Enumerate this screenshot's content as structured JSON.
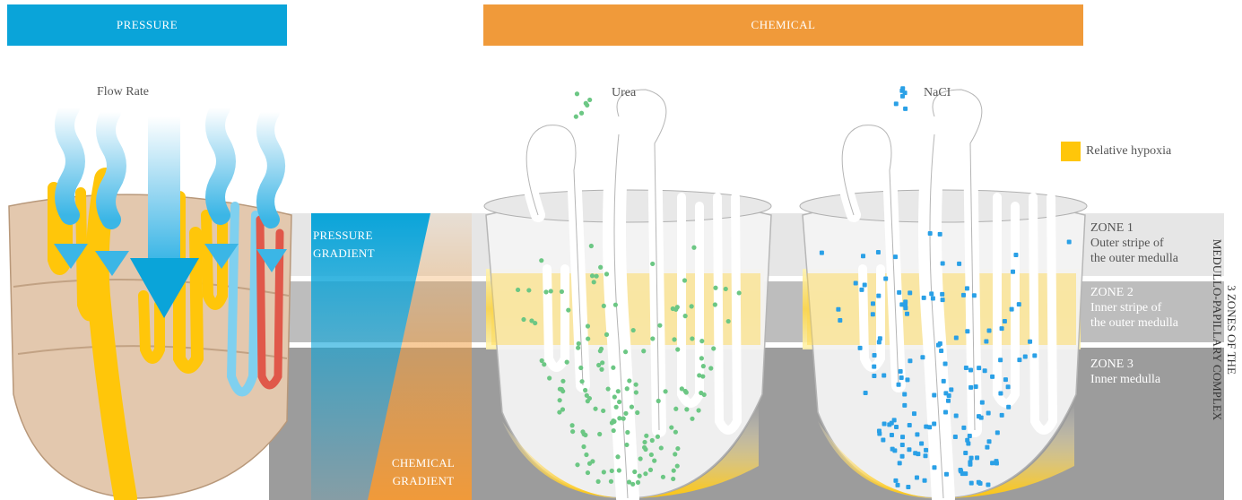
{
  "headers": {
    "pressure": "PRESSURE",
    "chemical": "CHEMICAL"
  },
  "labels": {
    "flow_rate": "Flow Rate",
    "urea": "Urea",
    "nacl": "NaCI",
    "legend": "Relative hypoxia"
  },
  "gradients": {
    "pressure_line1": "PRESSURE",
    "pressure_line2": "GRADIENT",
    "chemical_line1": "CHEMICAL",
    "chemical_line2": "GRADIENT"
  },
  "zones": [
    {
      "title": "ZONE 1",
      "line1": "Outer stripe of",
      "line2": "the outer medulla"
    },
    {
      "title": "ZONE 2",
      "line1": "Inner stripe of",
      "line2": "the outer medulla"
    },
    {
      "title": "ZONE 3",
      "line1": "Inner medulla",
      "line2": ""
    }
  ],
  "side_title": {
    "line1": "3 ZONES OF THE",
    "line2": "MEDULLO-PAPILLARY COMPLEX"
  },
  "colors": {
    "pressure_blue": "#0aa4d9",
    "chemical_orange": "#f09a3a",
    "hypoxia_yellow": "#ffc60a",
    "zone1": "#e6e6e6",
    "zone2": "#bdbdbd",
    "zone3": "#9c9c9c",
    "urea_dot": "#6cc784",
    "nacl_dot": "#2aa0e6"
  }
}
